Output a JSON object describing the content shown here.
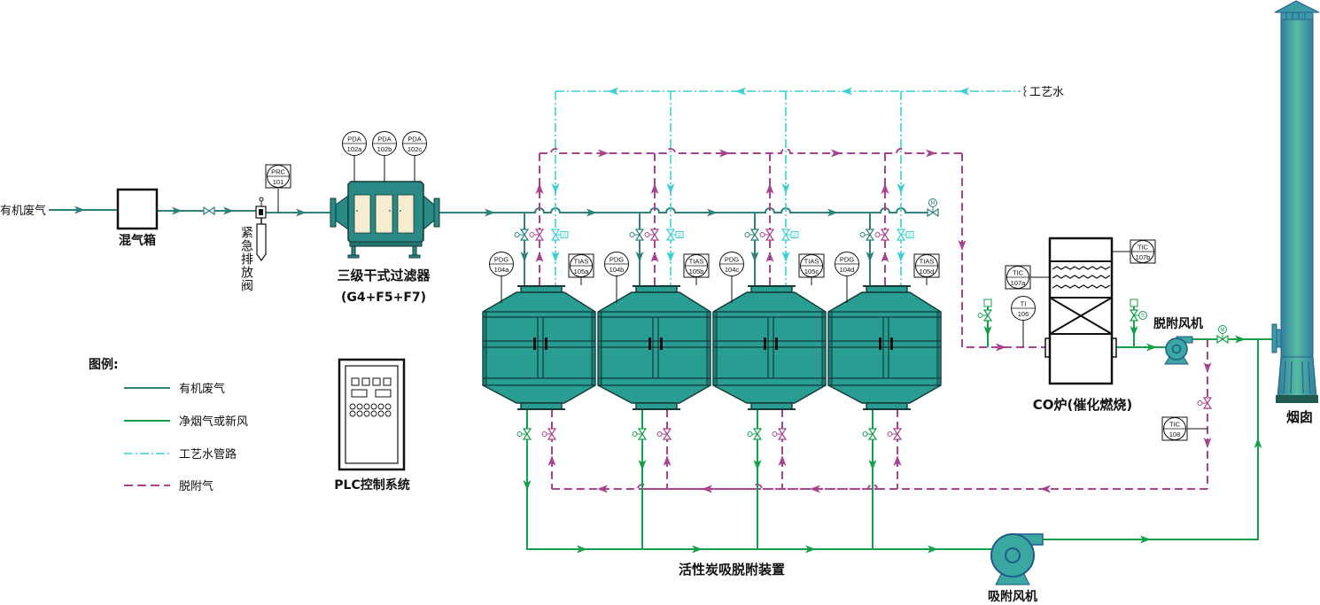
{
  "colors": {
    "organic_gas": "#2f7f7b",
    "clean_air": "#14a04a",
    "process_water": "#3dcfcf",
    "desorption_gas": "#a8438f",
    "adsorber_fill": "#2a9d92",
    "filter_fill": "#2b8985",
    "filter_panel": "#f8ecd0",
    "fan_fill": "#3aa7a0",
    "outline": "#123a38"
  },
  "inlet": {
    "label": "有机废气"
  },
  "mixing_box": {
    "label": "混气箱"
  },
  "emergency_vent_valve": {
    "label": "紧急排放阀"
  },
  "filter": {
    "label": "三级干式过滤器",
    "spec": "(G4+F5+F7)"
  },
  "process_water": {
    "label": "工艺水"
  },
  "adsorption_unit": {
    "label": "活性炭吸脱附装置"
  },
  "co_furnace": {
    "label": "CO炉(催化燃烧)"
  },
  "desorption_fan": {
    "label": "脱附风机"
  },
  "adsorption_fan": {
    "label": "吸附风机"
  },
  "stack": {
    "label": "烟囱"
  },
  "valve_actuators": {
    "motor": "M",
    "solenoid": "S"
  },
  "instruments": [
    {
      "tag": "PRC",
      "number": "101",
      "boxed": true
    },
    {
      "tag": "PDA",
      "number": "102a",
      "boxed": false
    },
    {
      "tag": "PDA",
      "number": "102b",
      "boxed": false
    },
    {
      "tag": "PDA",
      "number": "102c",
      "boxed": false
    },
    {
      "tag": "PDG",
      "number": "104a",
      "boxed": false
    },
    {
      "tag": "TIAS",
      "number": "105a",
      "boxed": true
    },
    {
      "tag": "PDG",
      "number": "104b",
      "boxed": false
    },
    {
      "tag": "TIAS",
      "number": "105b",
      "boxed": true
    },
    {
      "tag": "PDG",
      "number": "104c",
      "boxed": false
    },
    {
      "tag": "TIAS",
      "number": "105c",
      "boxed": true
    },
    {
      "tag": "PDG",
      "number": "104d",
      "boxed": false
    },
    {
      "tag": "TIAS",
      "number": "105d",
      "boxed": true
    },
    {
      "tag": "TI",
      "number": "106",
      "boxed": false
    },
    {
      "tag": "TIC",
      "number": "107a",
      "boxed": true
    },
    {
      "tag": "TIC",
      "number": "107b",
      "boxed": true
    },
    {
      "tag": "TIC",
      "number": "108",
      "boxed": true
    }
  ],
  "legend": {
    "title": "图例:",
    "items": [
      {
        "label": "有机废气",
        "line": "solid",
        "color_key": "organic_gas"
      },
      {
        "label": "净烟气或新风",
        "line": "solid",
        "color_key": "clean_air"
      },
      {
        "label": "工艺水管路",
        "line": "dash-dot",
        "color_key": "process_water"
      },
      {
        "label": "脱附气",
        "line": "dashed",
        "color_key": "desorption_gas"
      }
    ]
  },
  "plc": {
    "label": "PLC控制系统"
  }
}
